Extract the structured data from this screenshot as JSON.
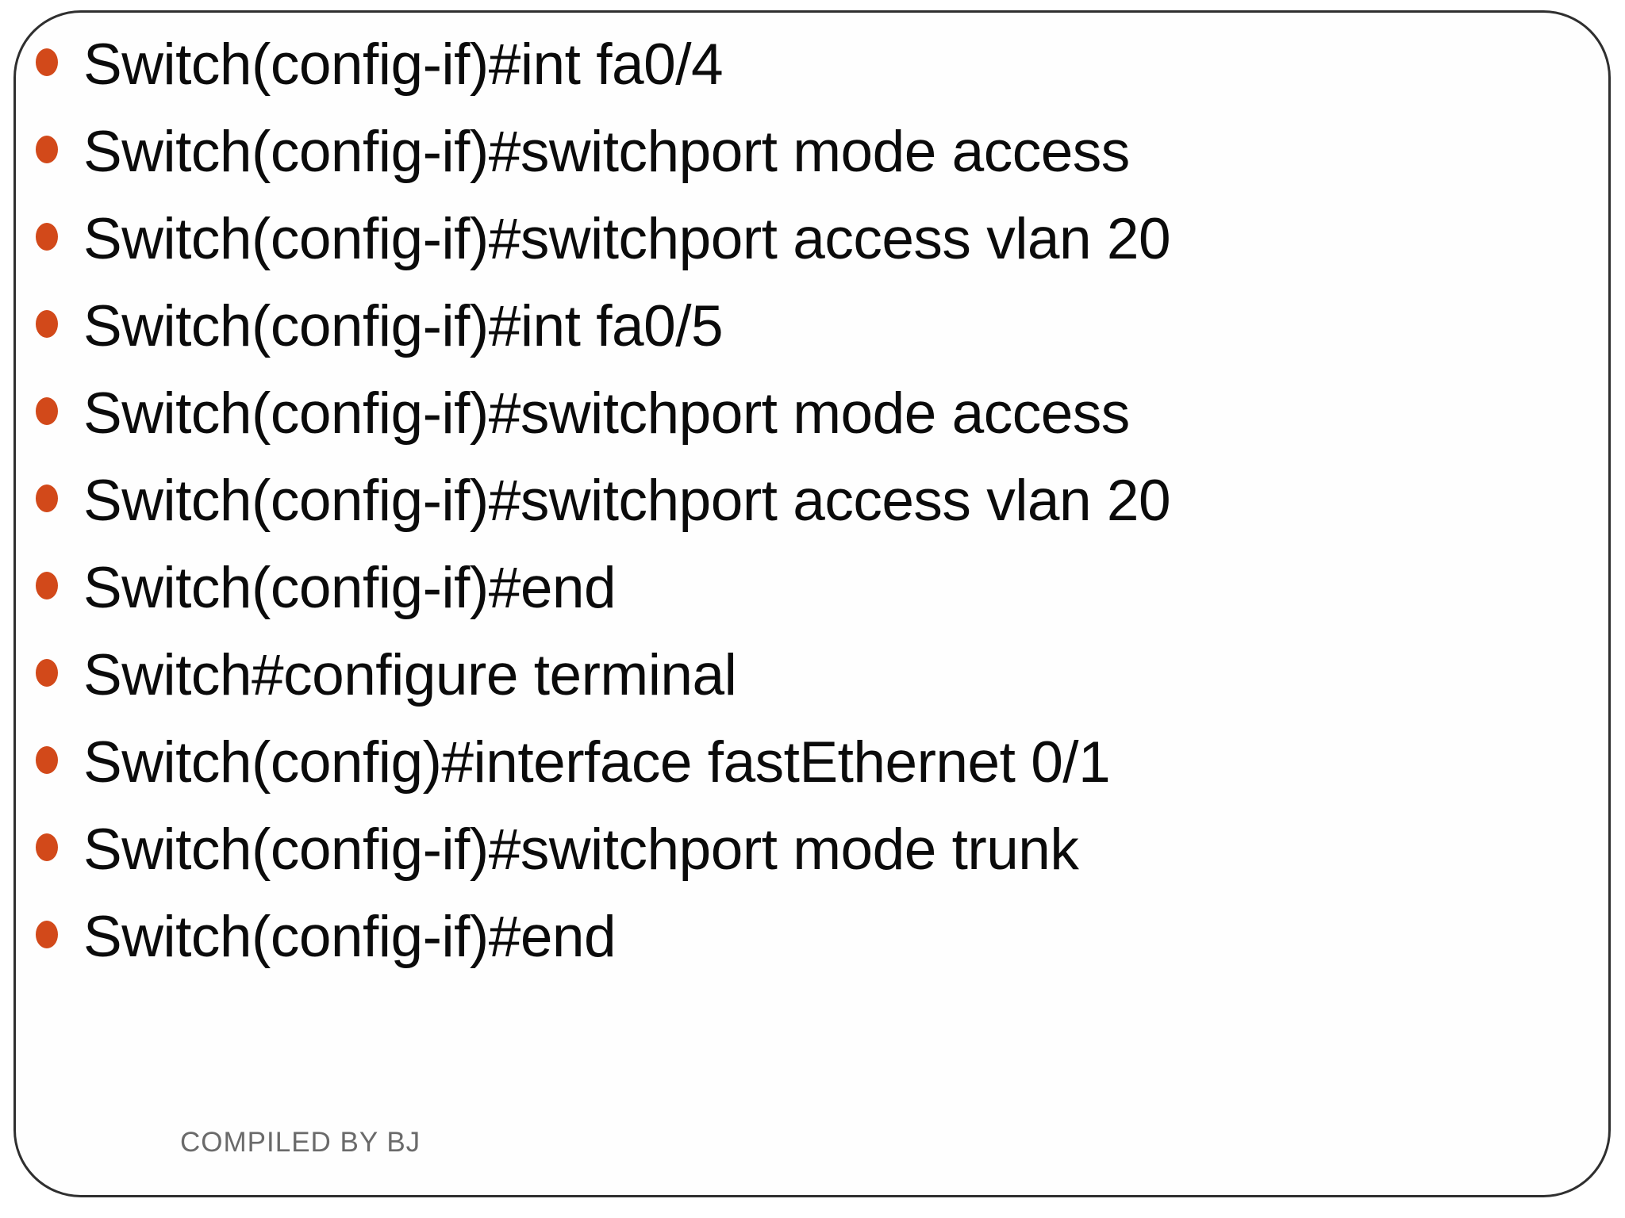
{
  "slide": {
    "bullets": [
      "Switch(config-if)#int fa0/4",
      "Switch(config-if)#switchport mode access",
      "Switch(config-if)#switchport access vlan 20",
      "Switch(config-if)#int fa0/5",
      "Switch(config-if)#switchport mode access",
      "Switch(config-if)#switchport access vlan 20",
      "Switch(config-if)#end",
      "Switch#configure terminal",
      "Switch(config)#interface fastEthernet 0/1",
      "Switch(config-if)#switchport mode trunk",
      "Switch(config-if)#end"
    ],
    "footer": "COMPILED BY BJ",
    "colors": {
      "bullet": "#d2491a",
      "text": "#0b0b0b",
      "footer": "#6a6a6a",
      "border": "#2f2f2f",
      "background": "#ffffff"
    }
  }
}
